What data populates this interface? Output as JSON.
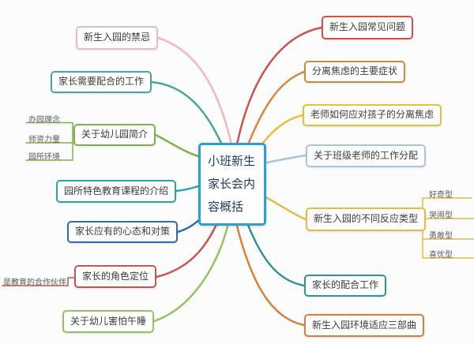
{
  "center": {
    "label": "小班新生家长会内容概括"
  },
  "branches": {
    "left": [
      {
        "label": "新生入园的禁忌",
        "color": "#efb9c3"
      },
      {
        "label": "家长需要配合的工作",
        "color": "#49a59d"
      },
      {
        "label": "关于幼儿园简介",
        "color": "#7cb34f",
        "children": [
          "办园理念",
          "师资力量",
          "园所环境"
        ]
      },
      {
        "label": "园所特色教育课程的介绍",
        "color": "#2ba3ad"
      },
      {
        "label": "家长应有的心态和对策",
        "color": "#2e6db4"
      },
      {
        "label": "家长的角色定位",
        "color": "#cb544e",
        "children": [
          "是教育的合作伙伴"
        ]
      },
      {
        "label": "关于幼儿害怕午睡",
        "color": "#94c362"
      }
    ],
    "right": [
      {
        "label": "新生入园常见问题",
        "color": "#c8544e"
      },
      {
        "label": "分离焦虑的主要症状",
        "color": "#d3893c"
      },
      {
        "label": "老师如何应对孩子的分离焦虑",
        "color": "#e5c03a"
      },
      {
        "label": "关于班级老师的工作分配",
        "color": "#a7c4e2"
      },
      {
        "label": "新生入园的不同反应类型",
        "color": "#e7b84a",
        "children": [
          "好奇型",
          "哭闹型",
          "勇敢型",
          "喜忧型"
        ]
      },
      {
        "label": "家长的配合工作",
        "color": "#2e968e"
      },
      {
        "label": "新生入园环境适应三部曲",
        "color": "#d8803b"
      }
    ]
  },
  "colors": {
    "center_border": "#2f9fce",
    "center_text": "#1e3a5f",
    "node_text": "#3b3b3b",
    "background": "#fcfcfc"
  }
}
